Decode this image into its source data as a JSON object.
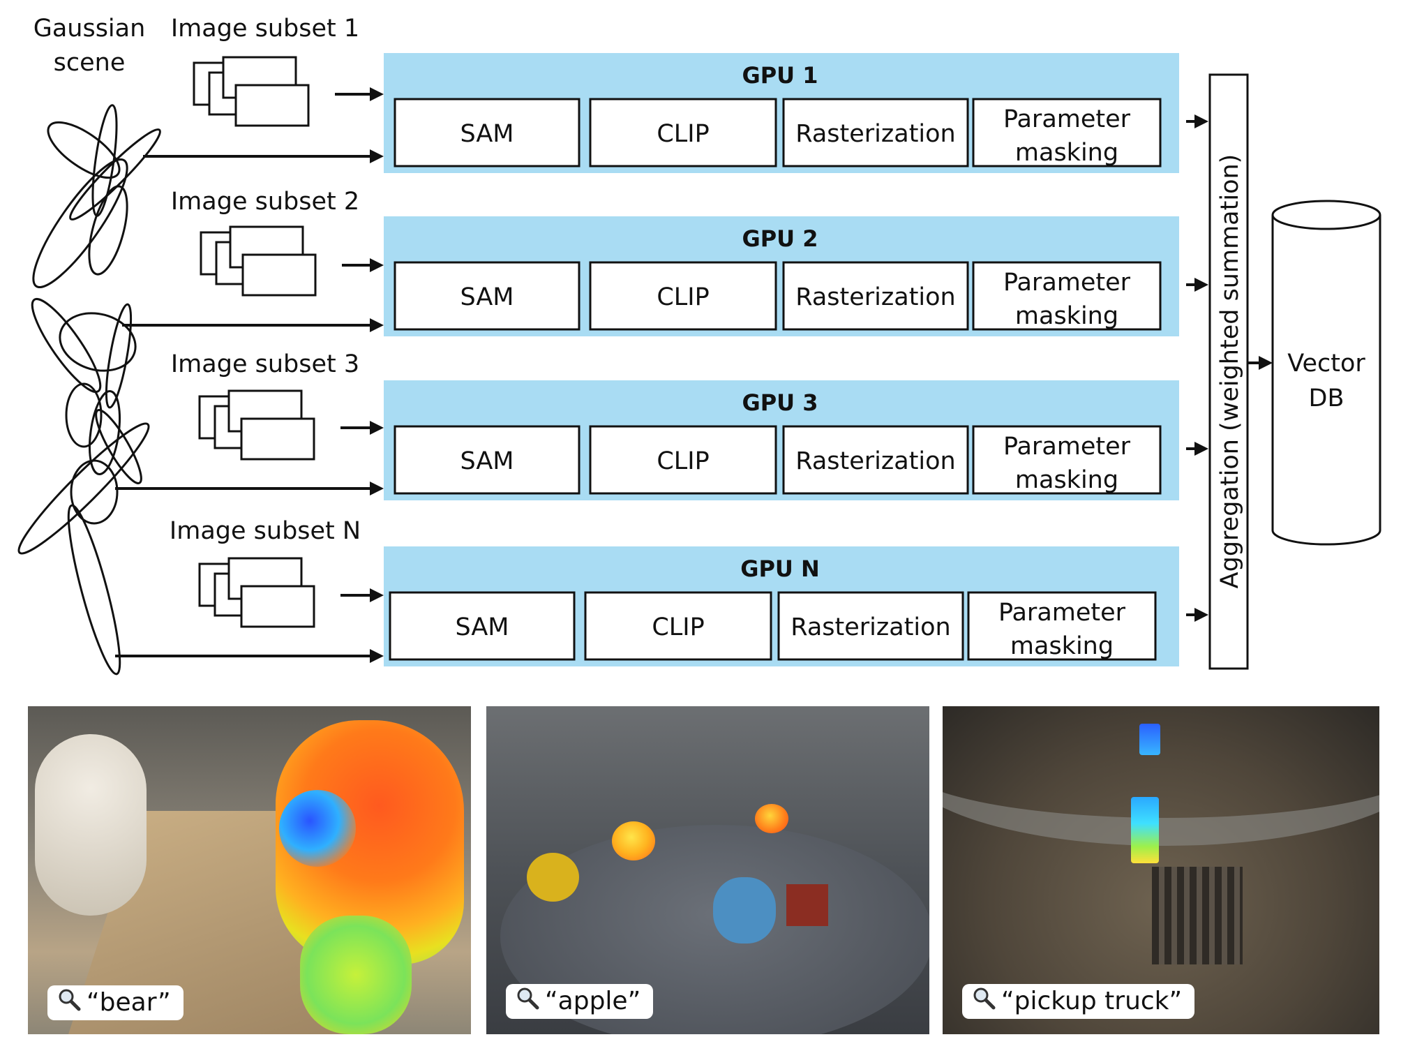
{
  "scene_label": [
    "Gaussian",
    "scene"
  ],
  "subset_labels": [
    "Image subset 1",
    "Image subset 2",
    "Image subset 3",
    "Image subset N"
  ],
  "gpus": [
    {
      "title": "GPU 1",
      "stages": [
        "SAM",
        "CLIP",
        "Rasterization",
        "Parameter masking"
      ]
    },
    {
      "title": "GPU 2",
      "stages": [
        "SAM",
        "CLIP",
        "Rasterization",
        "Parameter masking"
      ]
    },
    {
      "title": "GPU 3",
      "stages": [
        "SAM",
        "CLIP",
        "Rasterization",
        "Parameter masking"
      ]
    },
    {
      "title": "GPU N",
      "stages": [
        "SAM",
        "CLIP",
        "Rasterization",
        "Parameter masking"
      ]
    }
  ],
  "aggregation_label": "Aggregation (weighted summation)",
  "vector_db_label": [
    "Vector",
    "DB"
  ],
  "queries": [
    "“bear”",
    "“apple”",
    "“pickup truck”"
  ],
  "colors": {
    "gpu_band": "#a9dcf3",
    "stroke": "#111111"
  },
  "icons": [
    "magnifier-icon"
  ]
}
